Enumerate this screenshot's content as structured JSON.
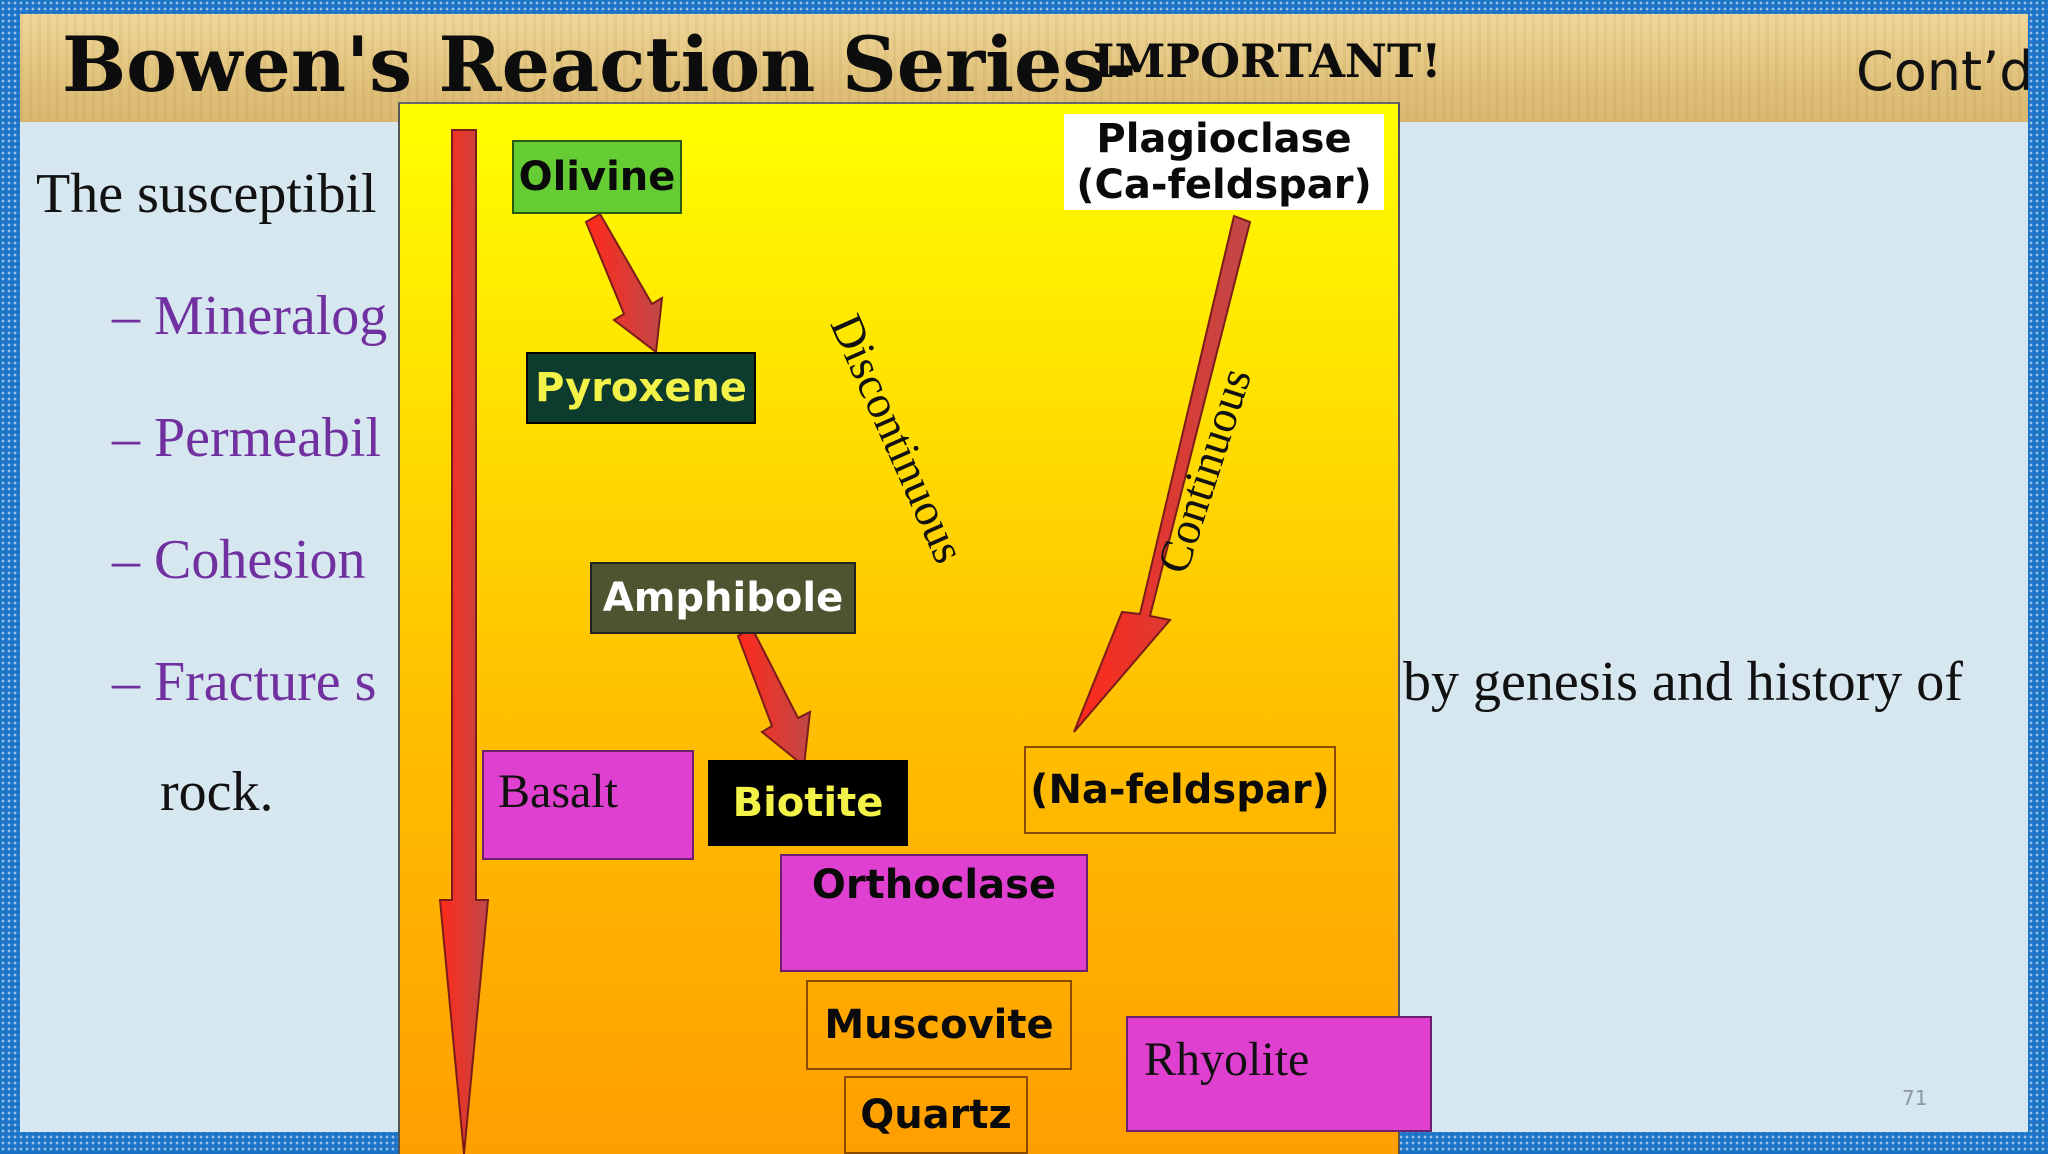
{
  "slide": {
    "title": "Bowen's Reaction Series-",
    "important": "IMPORTANT!",
    "contd": "Cont’d",
    "intro": "The susceptibil",
    "bullets": [
      {
        "dash": "–",
        "text": "Mineralog"
      },
      {
        "dash": "–",
        "text": "Permeabil"
      },
      {
        "dash": "–",
        "text": "Cohesion"
      },
      {
        "dash": "–",
        "text": "Fracture s"
      }
    ],
    "fracture_tail": "by genesis and history of",
    "rock_line": "rock.",
    "page_number": "71"
  },
  "diagram": {
    "discontinuous_series": [
      "Olivine",
      "Pyroxene",
      "Amphibole",
      "Biotite"
    ],
    "continuous_top": [
      "Plagioclase",
      "(Ca-feldspar)"
    ],
    "continuous_bottom": "(Na-feldspar)",
    "final_minerals": [
      "Orthoclase",
      "Muscovite",
      "Quartz"
    ],
    "rocks": {
      "mafic": "Basalt",
      "felsic": "Rhyolite"
    },
    "labels": {
      "discontinuous": "Discontinuous",
      "continuous": "Continuous"
    },
    "colors": {
      "olivine": "#66cc33",
      "pyroxene": "#0d3b2e",
      "amphibole": "#4d5530",
      "biotite": "#000000",
      "rock_box": "#e040d0",
      "arrow": "#e53b2f"
    }
  }
}
